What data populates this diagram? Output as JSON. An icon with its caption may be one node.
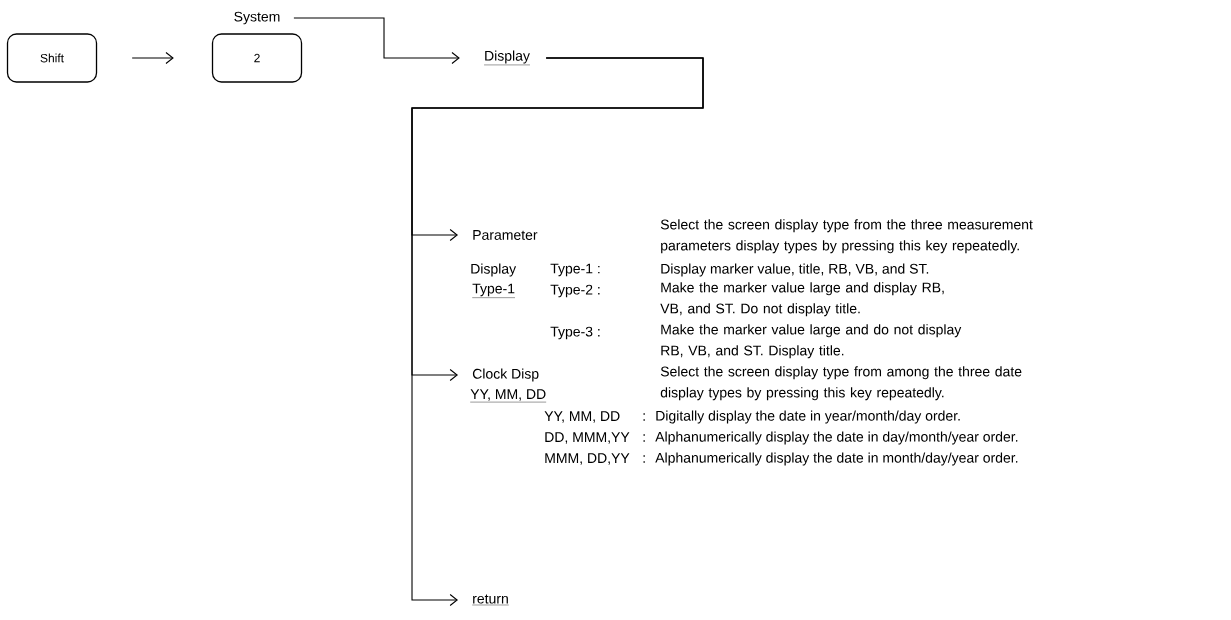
{
  "diagram": {
    "nodes": [
      {
        "text": [
          "Shift"
        ]
      },
      {
        "text": [
          "System",
          "2"
        ]
      },
      {
        "text": [
          "Display"
        ]
      },
      {
        "text": [
          "Parameter"
        ]
      },
      {
        "text": [
          "Clock Disp"
        ]
      },
      {
        "text": [
          "return"
        ]
      }
    ],
    "edges": [
      {
        "from": 0,
        "to": 1,
        "arrow": "to"
      },
      {
        "from": 1,
        "to": 2,
        "arrow": "to"
      },
      {
        "from": 2,
        "to": 3,
        "arrow": "to"
      },
      {
        "from": 2,
        "to": 4,
        "arrow": "to"
      },
      {
        "from": 2,
        "to": 5,
        "arrow": "to"
      }
    ],
    "labels": [
      "Select the screen display type from the three measurement parameters display types by pressing this key repeatedly.",
      "Display",
      "Type-1 :",
      "Display marker value, title, RB, VB, and ST.",
      "Type-1",
      "Type-2 :",
      "Make the marker value large and display RB, VB, and ST.  Do not display title.",
      "Type-3 :",
      "Make the marker value large and do not display RB, VB, and ST.  Display title.",
      "Select the screen display type from among the three date display types by pressing this key repeatedly.",
      "YY, MM, DD",
      "YY, MM, DD",
      ":",
      "Digitally display the date in year/month/day order.",
      "DD, MMM,YY",
      ":",
      "Alphanumerically display the date in day/month/year order.",
      "MMM, DD,YY",
      ":",
      "Alphanumerically display the date in month/day/year order."
    ]
  }
}
